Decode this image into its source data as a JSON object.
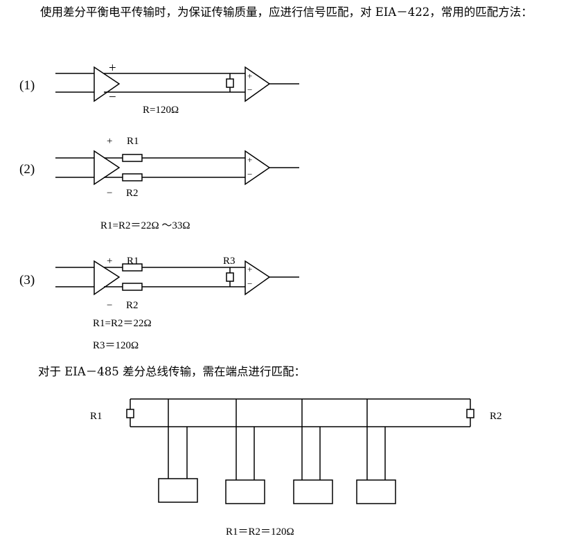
{
  "intro": "使用差分平衡电平传输时，为保证传输质量，应进行信号匹配，对 EIA－422，常用的匹配方法：",
  "circuit1": {
    "index": "(1)",
    "plus": "+",
    "minus": "−",
    "caption": "R=120Ω"
  },
  "circuit2": {
    "index": "(2)",
    "plus": "+",
    "minus": "−",
    "r1": "R1",
    "r2": "R2",
    "caption": "R1=R2＝22Ω ～33Ω"
  },
  "circuit3": {
    "index": "(3)",
    "plus": "+",
    "minus": "−",
    "r1": "R1",
    "r2": "R2",
    "r3": "R3",
    "caption_line1": "R1=R2＝22Ω",
    "caption_line2": "R3＝120Ω"
  },
  "receiver": {
    "plus": "+",
    "minus": "−"
  },
  "rs485_intro": "对于 EIA－485 差分总线传输，需在端点进行匹配：",
  "bus": {
    "left_resistor": "R1",
    "right_resistor": "R2",
    "caption": "R1＝R2＝120Ω"
  }
}
